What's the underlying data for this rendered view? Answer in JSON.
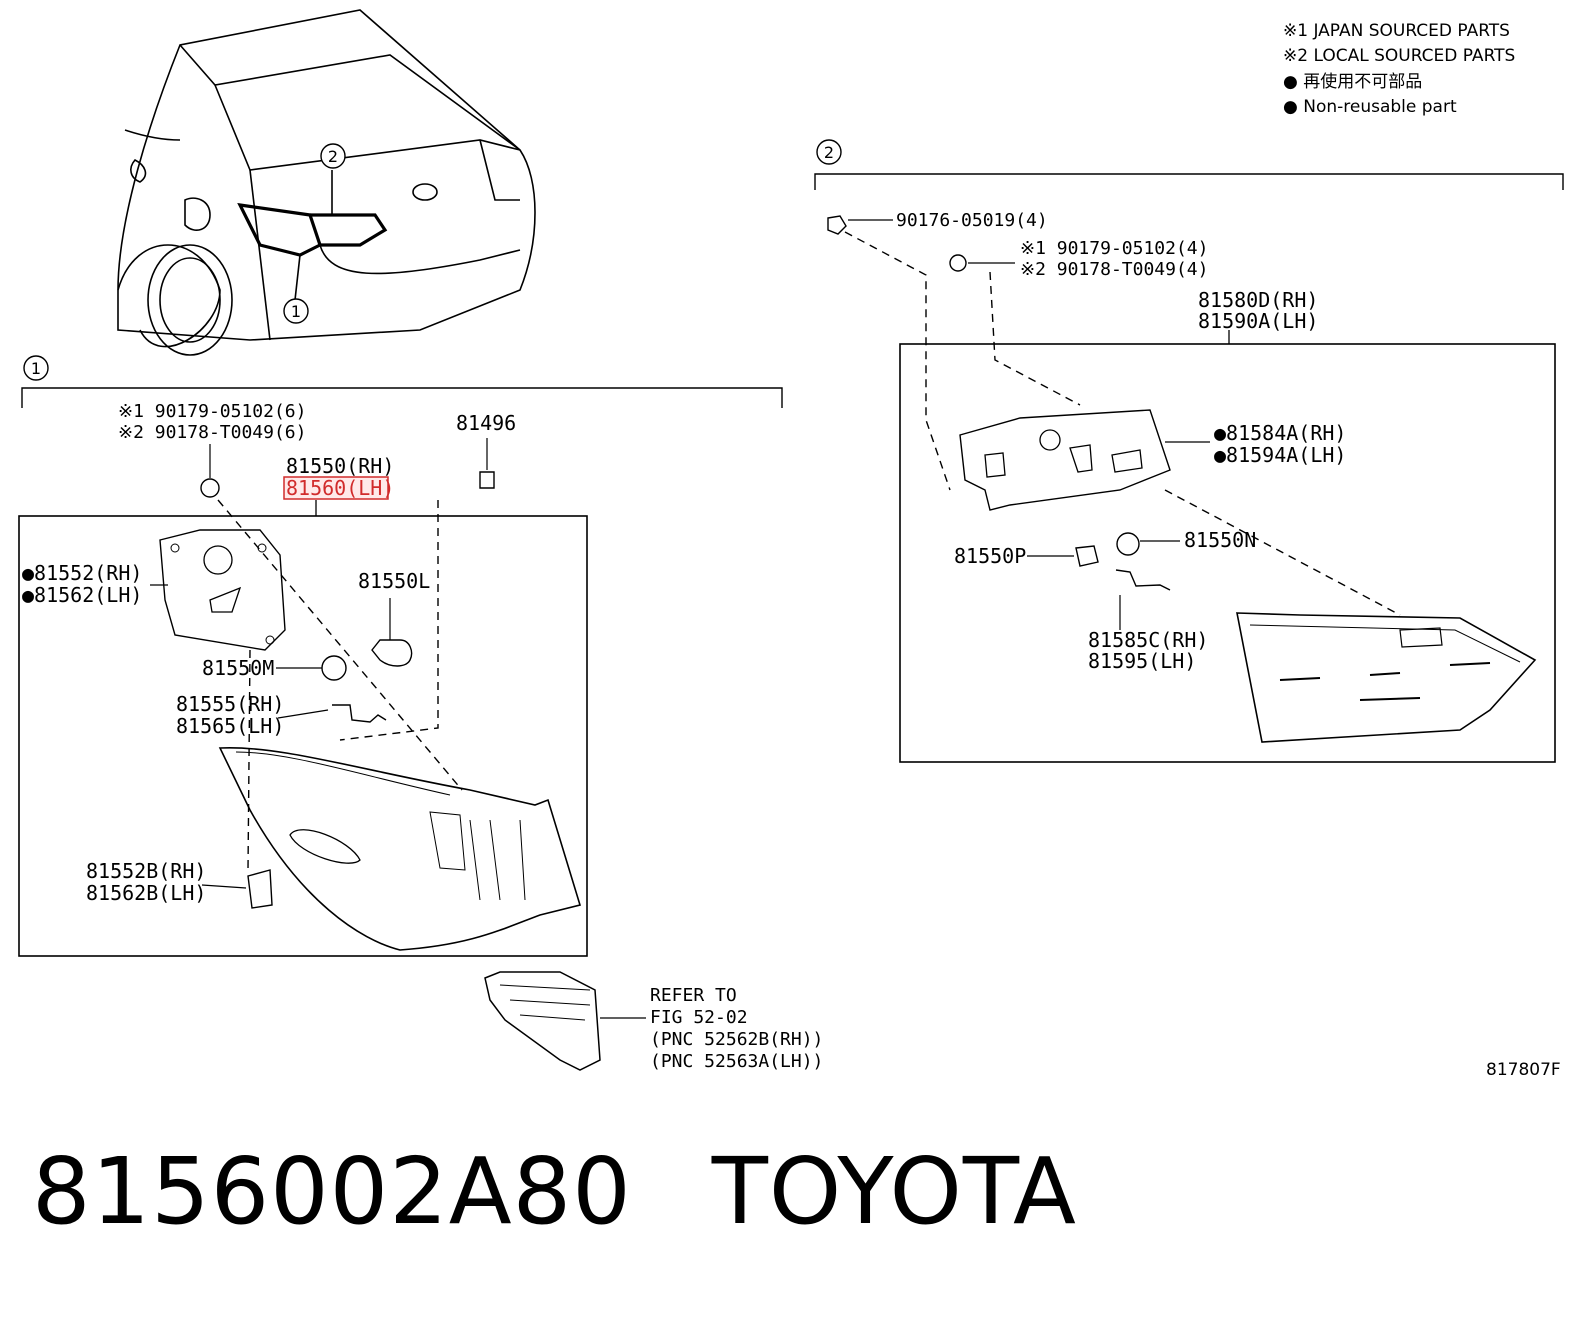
{
  "legend": {
    "line1": "※1 JAPAN SOURCED PARTS",
    "line2": "※2 LOCAL SOURCED PARTS",
    "line3": "● 再使用不可部品",
    "line4": "● Non-reusable part"
  },
  "callouts": {
    "c1": "1",
    "c2": "2"
  },
  "left_group": {
    "screw_1": "※1 90179-05102(6)",
    "screw_2": "※2 90178-T0049(6)",
    "clip": "81496",
    "assy_rh": "81550(RH)",
    "assy_lh": "81560(LH)",
    "gasket_rh": "●81552(RH)",
    "gasket_lh": "●81562(LH)",
    "bulb": "81550L",
    "socket": "81550M",
    "wire_rh": "81555(RH)",
    "wire_lh": "81565(LH)",
    "seal_rh": "81552B(RH)",
    "seal_lh": "81562B(LH)"
  },
  "refer": {
    "line1": "REFER TO",
    "line2": "FIG 52-02",
    "line3": "(PNC 52562B(RH))",
    "line4": "(PNC 52563A(LH))"
  },
  "right_group": {
    "nut": "90176-05019(4)",
    "screw_1": "※1  90179-05102(4)",
    "screw_2": "※2  90178-T0049(4)",
    "assy_rh": "81580D(RH)",
    "assy_lh": "81590A(LH)",
    "gasket_rh": "●81584A(RH)",
    "gasket_lh": "●81594A(LH)",
    "bulb": "81550N",
    "socket": "81550P",
    "wire_rh": "81585C(RH)",
    "wire_lh": "81595(LH)"
  },
  "figure_code": "817807F",
  "footer": {
    "part_number": "8156002A80",
    "brand": "TOYOTA"
  },
  "highlight_color": "#d12b2b"
}
